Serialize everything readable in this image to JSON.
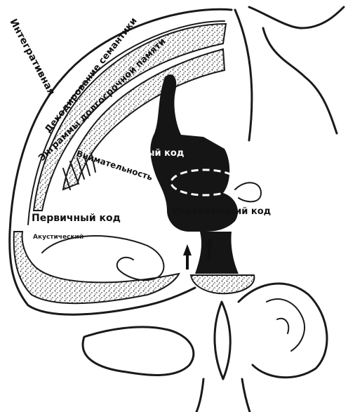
{
  "colors": {
    "ink": "#111111",
    "paper": "#ffffff",
    "speckle": "#555555",
    "dark_region": "#151515"
  },
  "labels": {
    "integrativnaya": "Интегративная",
    "dekodirovanie": "Декодирование семантики",
    "engrammy": "Энграммы долгосрочной памяти",
    "vtorichny_kod": "Вторичный код",
    "vnimatelnost": "Внимательность",
    "upravlyayushchy_kod": "Управляющий код",
    "pervichny_kod": "Первичный код",
    "akusticheskiy": "Акустический"
  },
  "icons": {
    "arrow": "up-arrow-icon"
  }
}
